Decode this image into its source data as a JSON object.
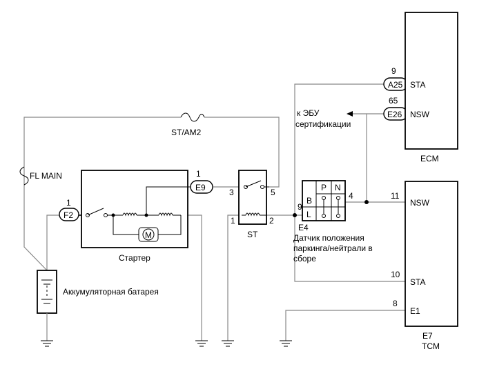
{
  "components": {
    "ecm": "ECM",
    "tcm_code": "E7",
    "tcm": "TCM",
    "starter": "Стартер",
    "st_relay": "ST",
    "battery": "Аккумуляторная батарея",
    "park_neutral_code": "E4",
    "park_neutral_line1": "Датчик положения",
    "park_neutral_line2": "паркинга/нейтрали в",
    "park_neutral_line3": "сборе",
    "immobiliser_line1": "к ЭБУ",
    "immobiliser_line2": "сертификации"
  },
  "fuses": {
    "st_am2": "ST/AM2",
    "fl_main": "FL MAIN"
  },
  "connectors": {
    "a25": "A25",
    "e26": "E26",
    "e9": "E9",
    "f2": "F2"
  },
  "terminals": {
    "sta_ecm": "STA",
    "nsw_ecm": "NSW",
    "nsw_tcm": "NSW",
    "sta_tcm": "STA",
    "e1_tcm": "E1"
  },
  "pins": {
    "p9_ecm": "9",
    "p65_ecm": "65",
    "p1_e9": "1",
    "p1_f2": "1",
    "p3_relay": "3",
    "p5_relay": "5",
    "p1_relay": "1",
    "p2_relay": "2",
    "p9_e4": "9",
    "p4_e4": "4",
    "p11_tcm": "11",
    "p10_tcm": "10",
    "p8_tcm": "8"
  },
  "switch_positions": {
    "p": "P",
    "n": "N",
    "b": "B",
    "l": "L"
  },
  "motor": {
    "label": "M"
  }
}
